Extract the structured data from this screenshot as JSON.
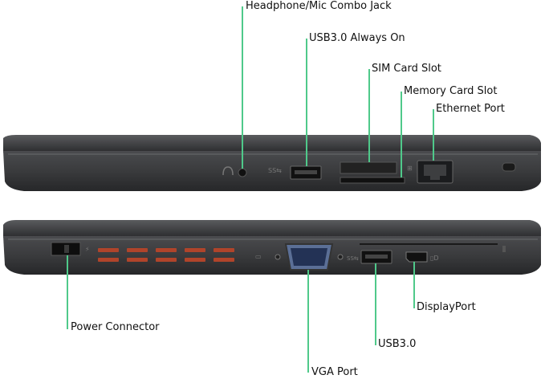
{
  "callouts": {
    "headphone_jack": "Headphone/Mic Combo Jack",
    "usb_always_on": "USB3.0 Always On",
    "sim_slot": "SIM Card Slot",
    "memory_card_slot": "Memory Card Slot",
    "ethernet_port": "Ethernet Port",
    "power_connector": "Power Connector",
    "vga_port": "VGA Port",
    "usb3": "USB3.0",
    "displayport": "DisplayPort"
  },
  "colors": {
    "callout_line": "#4fc98a",
    "chassis": "#3a3b3d",
    "chassis_dark": "#222325",
    "background": "#ffffff"
  }
}
